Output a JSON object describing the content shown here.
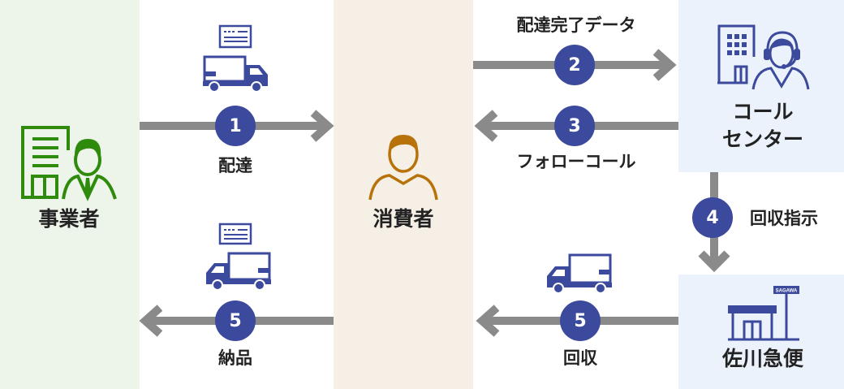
{
  "actors": {
    "business": "事業者",
    "consumer": "消費者",
    "call_center": [
      "コール",
      "センター"
    ],
    "sagawa": "佐川急便",
    "sagawa_sign": "SAGAWA"
  },
  "steps": [
    {
      "number": "1",
      "label": "配達"
    },
    {
      "number": "2",
      "label": "配達完了データ"
    },
    {
      "number": "3",
      "label": "フォローコール"
    },
    {
      "number": "4",
      "label": "回収指示"
    },
    {
      "number": "5",
      "label": "納品"
    },
    {
      "number": "5",
      "label": "回収"
    }
  ],
  "colors": {
    "accent": "#3c4a9e",
    "business_green": "#2e8b0c",
    "consumer_brown": "#b8720a",
    "arrow_gray": "#8a8a8a"
  }
}
